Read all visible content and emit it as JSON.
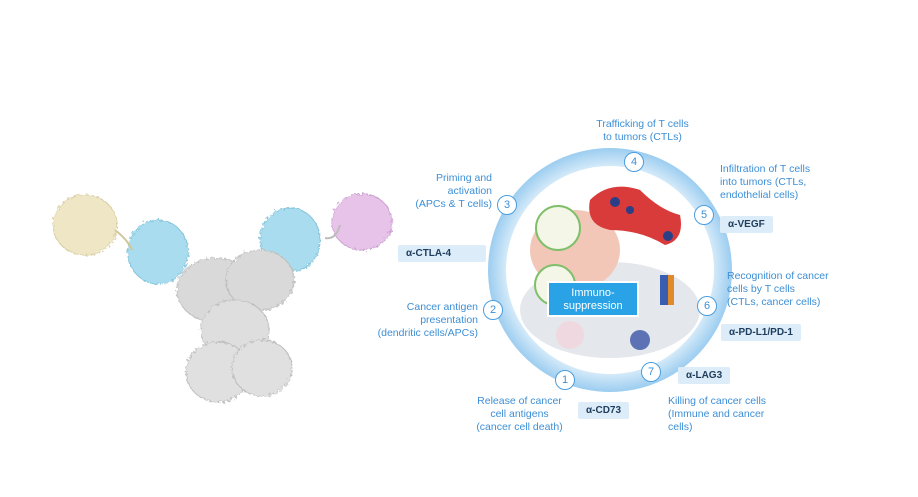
{
  "center_label": "Immuno-\nsuppression",
  "steps": [
    {
      "num": "1",
      "text": "Release of cancer\ncell antigens\n(cancer cell death)"
    },
    {
      "num": "2",
      "text": "Cancer antigen\npresentation\n(dendritic cells/APCs)"
    },
    {
      "num": "3",
      "text": "Priming and\nactivation\n(APCs & T cells)"
    },
    {
      "num": "4",
      "text": "Trafficking of T cells\nto tumors (CTLs)"
    },
    {
      "num": "5",
      "text": "Infiltration of T cells\ninto tumors (CTLs,\nendothelial cells)"
    },
    {
      "num": "6",
      "text": "Recognition of cancer\ncells by T cells\n(CTLs, cancer cells)"
    },
    {
      "num": "7",
      "text": "Killing of cancer cells\n(Immune and cancer\ncells)"
    }
  ],
  "targets": {
    "ctla4": "α-CTLA-4",
    "vegf": "α-VEGF",
    "pdl1": "α-PD-L1/PD-1",
    "lag3": "α-LAG3",
    "cd73": "α-CD73"
  },
  "colors": {
    "ring": "#b9dcf5",
    "accent": "#3d8fd6",
    "center": "#2aa3e6",
    "tag_bg": "#dcecf8",
    "domain_yellow": "#efe6c6",
    "domain_blue": "#a9dcee",
    "domain_pink": "#e7c3ea",
    "domain_grey": "#d9d9d9"
  }
}
